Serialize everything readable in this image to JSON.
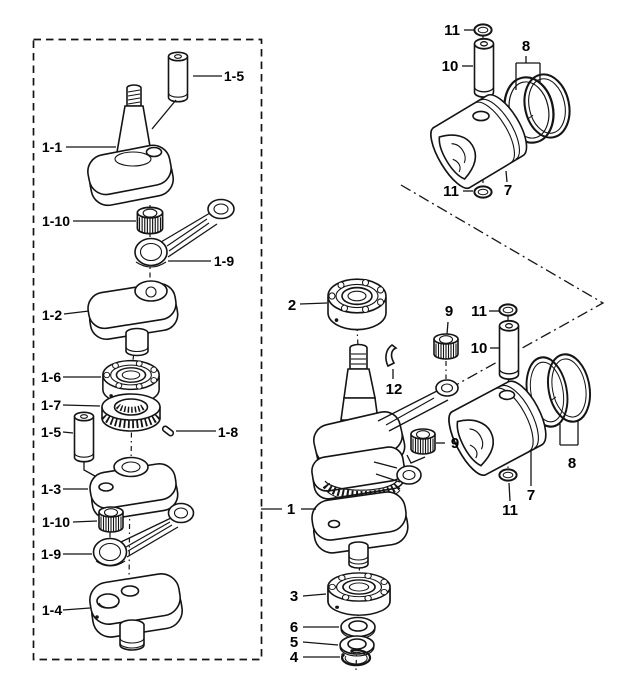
{
  "figure": {
    "kind": "exploded-parts-diagram",
    "background_color": "#ffffff",
    "line_color": "#141414",
    "text_color": "#000000"
  },
  "parts": {
    "p1": "1",
    "p1_1": "1-1",
    "p1_2": "1-2",
    "p1_3": "1-3",
    "p1_4": "1-4",
    "p1_5": "1-5",
    "p1_6": "1-6",
    "p1_7": "1-7",
    "p1_8": "1-8",
    "p1_9": "1-9",
    "p1_10": "1-10",
    "p2": "2",
    "p3": "3",
    "p4": "4",
    "p5": "5",
    "p6": "6",
    "p7": "7",
    "p8": "8",
    "p9": "9",
    "p10": "10",
    "p11": "11",
    "p12": "12"
  }
}
